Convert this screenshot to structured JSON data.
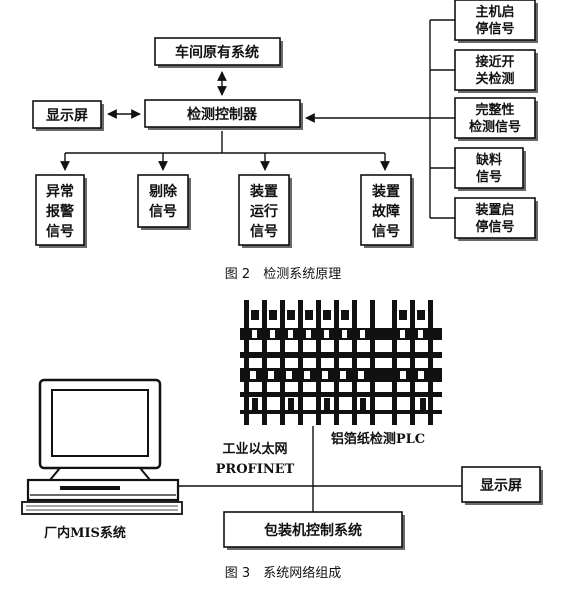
{
  "fig2": {
    "workshop_system": "车间原有系统",
    "controller": "检测控制器",
    "display": "显示屏",
    "inputs": [
      [
        "主机启",
        "停信号"
      ],
      [
        "接近开",
        "关检测"
      ],
      [
        "完整性",
        "检测信号"
      ],
      [
        "缺料",
        "信号"
      ],
      [
        "装置启",
        "停信号"
      ]
    ],
    "outputs": [
      [
        "异常",
        "报警",
        "信号"
      ],
      [
        "剔除",
        "信号"
      ],
      [
        "装置",
        "运行",
        "信号"
      ],
      [
        "装置",
        "故障",
        "信号"
      ]
    ],
    "caption": "图 2　检测系统原理"
  },
  "fig3": {
    "plc_label": "铝箔纸检测PLC",
    "network_label_line1": "工业以太网",
    "network_label_line2": "PROFINET",
    "display": "显示屏",
    "mis": "厂内MIS系统",
    "packaging_control": "包装机控制系统",
    "caption": "图 3　系统网络组成"
  }
}
